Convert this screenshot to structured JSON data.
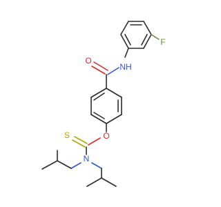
{
  "molecule": {
    "atoms": {
      "F": {
        "text": "F",
        "color": "#6b8f3a"
      },
      "NH": {
        "text": "NH",
        "color": "#3355d6"
      },
      "O_carbonyl": {
        "text": "O",
        "color": "#d62d2d"
      },
      "O_ester": {
        "text": "O",
        "color": "#d62d2d"
      },
      "S": {
        "text": "S",
        "color": "#b7a300"
      },
      "N": {
        "text": "N",
        "color": "#3355d6"
      }
    }
  }
}
